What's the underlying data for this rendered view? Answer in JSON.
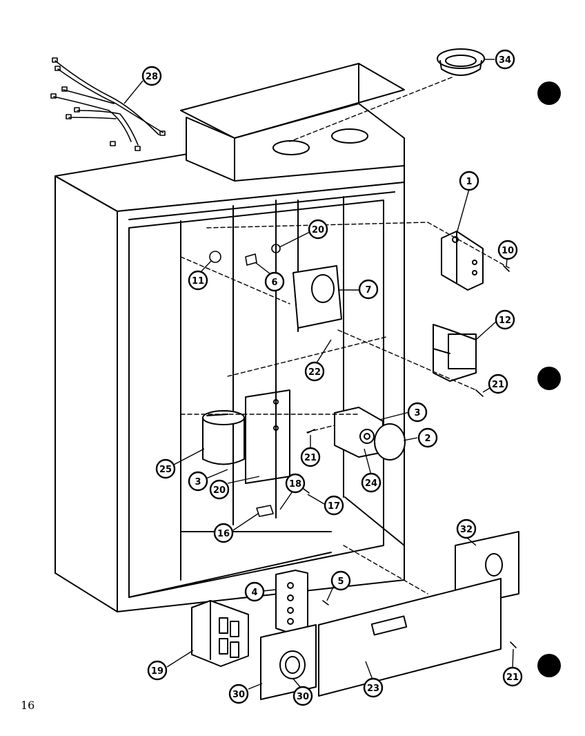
{
  "page_number": "16",
  "colors": {
    "ink": "#000000",
    "paper": "#ffffff"
  },
  "callouts": [
    "34",
    "28",
    "1",
    "20",
    "10",
    "11",
    "6",
    "7",
    "12",
    "22",
    "21",
    "3",
    "2",
    "21",
    "24",
    "25",
    "3",
    "20",
    "18",
    "17",
    "16",
    "32",
    "4",
    "5",
    "19",
    "30",
    "30",
    "23",
    "21"
  ]
}
